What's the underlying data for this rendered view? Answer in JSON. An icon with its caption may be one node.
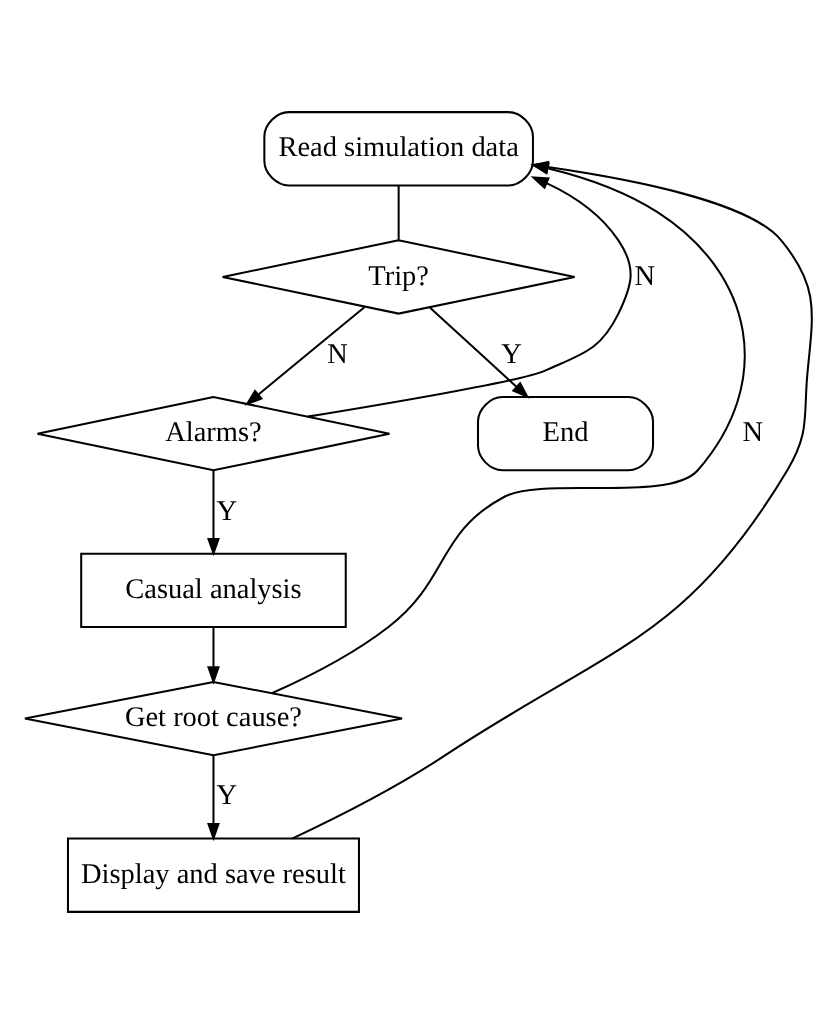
{
  "diagram": {
    "nodes": [
      {
        "text": [
          "Read simulation data"
        ]
      },
      {
        "text": [
          "Trip?"
        ]
      },
      {
        "text": [
          "Alarms?"
        ]
      },
      {
        "text": [
          "Casual analysis"
        ]
      },
      {
        "text": [
          "Get root cause?"
        ]
      },
      {
        "text": [
          "Display and save result"
        ]
      },
      {
        "text": [
          "End"
        ]
      }
    ],
    "edges": [
      {
        "from": 0,
        "to": 1,
        "arrow": "none"
      },
      {
        "from": 1,
        "to": 6,
        "arrow": "to",
        "label": "Y"
      },
      {
        "from": 1,
        "to": 2,
        "arrow": "to",
        "label": "N"
      },
      {
        "from": 2,
        "to": 0,
        "arrow": "to",
        "label": "N"
      },
      {
        "from": 2,
        "to": 3,
        "arrow": "to",
        "label": "Y"
      },
      {
        "from": 3,
        "to": 4,
        "arrow": "to"
      },
      {
        "from": 4,
        "to": 0,
        "arrow": "to",
        "label": "N"
      },
      {
        "from": 4,
        "to": 5,
        "arrow": "to",
        "label": "Y"
      },
      {
        "from": 5,
        "to": 0,
        "arrow": "to"
      }
    ]
  }
}
